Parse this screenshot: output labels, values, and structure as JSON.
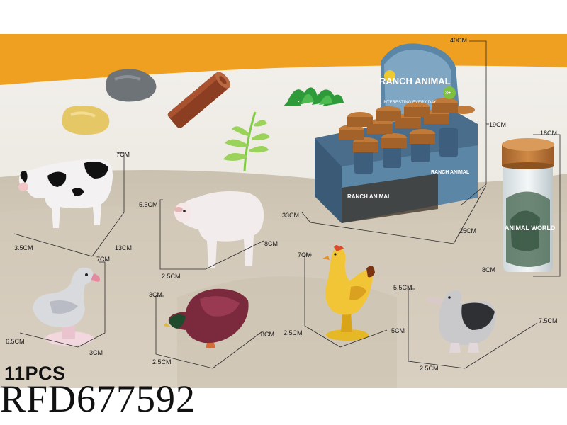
{
  "product": {
    "count_label": "11PCS",
    "item_code": "RFD677592"
  },
  "display_box": {
    "brand_text": "RANCH ANIMAL",
    "tagline": "INTERESTING EVERY DAY",
    "age_badge": "3+",
    "front_text": "RANCH ANIMAL",
    "side_text": "RANCH ANIMAL"
  },
  "tube": {
    "label_text": "ANIMAL WORLD"
  },
  "dimensions": {
    "box_height": "40CM",
    "box_depth": "19CM",
    "box_width": "33CM",
    "box_length": "25CM",
    "tube_height": "18CM",
    "tube_diameter": "8CM",
    "cow_height": "7CM",
    "cow_width": "3.5CM",
    "cow_length": "13CM",
    "sheep_height": "5.5CM",
    "sheep_width": "2.5CM",
    "sheep_length": "8CM",
    "goose_height": "7CM",
    "goose_width": "6.5CM",
    "goose_length": "3CM",
    "duck_height": "3CM",
    "duck_width": "2.5CM",
    "duck_length": "8CM",
    "hen_height": "7CM",
    "hen_width": "2.5CM",
    "hen_length": "5CM",
    "mallard_height": "5.5CM",
    "mallard_width": "2.5CM",
    "mallard_length": "7.5CM"
  },
  "colors": {
    "banner_orange": "#f0a020",
    "tube_cap": "#c07a3a",
    "box_blue": "#5a8fb8"
  }
}
